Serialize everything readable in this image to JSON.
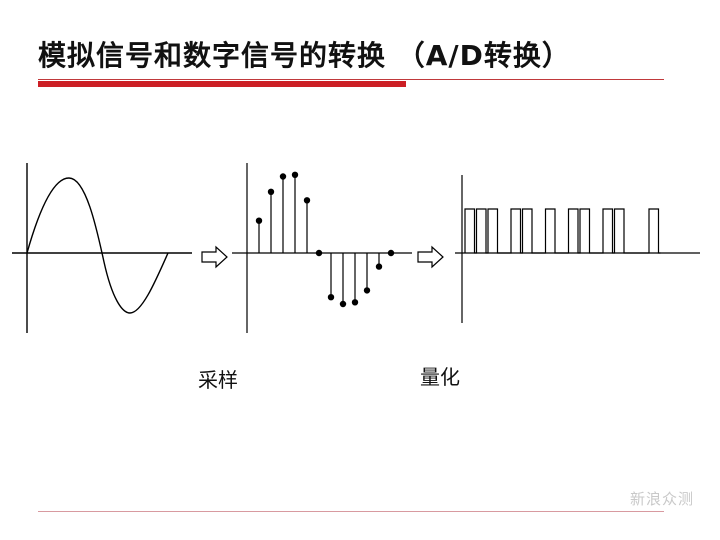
{
  "title": "模拟信号和数字信号的转换 （A/D转换）",
  "captions": {
    "sampling": "采样",
    "quantization": "量化"
  },
  "watermark": "新浪众测",
  "colors": {
    "accent_red": "#cc1f25",
    "thin_rule": "#c0393b",
    "footer_rule": "#d89aa0",
    "ink": "#000000"
  },
  "icons": [
    "right-arrow-icon",
    "right-arrow-icon"
  ],
  "sample_values": [
    0.38,
    0.72,
    0.9,
    0.92,
    0.62,
    0.0,
    -0.52,
    -0.6,
    -0.58,
    -0.44,
    -0.16,
    0.0
  ],
  "quantized_pulses": [
    1,
    1,
    1,
    0,
    1,
    1,
    0,
    1,
    0,
    1,
    1,
    0,
    1,
    1,
    0,
    0,
    1
  ]
}
